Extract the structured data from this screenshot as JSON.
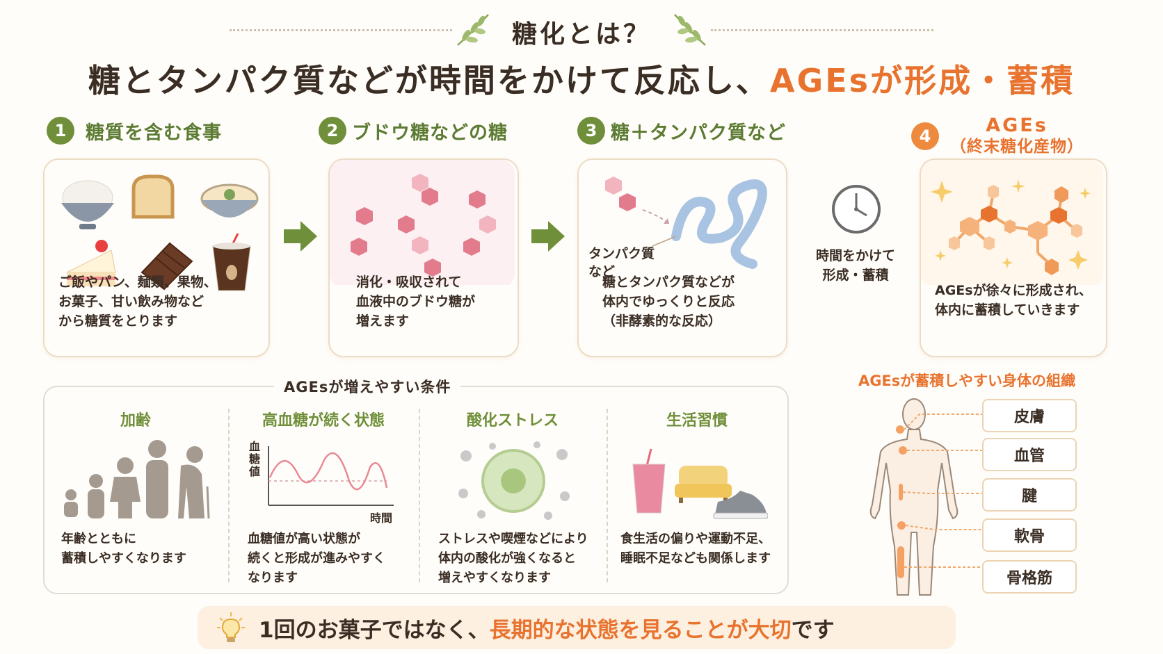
{
  "header": {
    "small_title": "糖化とは？",
    "main_title_prefix": "糖とタンパク質などが時間をかけて反応し、",
    "main_title_highlight": "AGEsが形成・蓄積"
  },
  "steps": [
    {
      "number": "1",
      "title": "糖質を含む食事",
      "text": [
        "ご飯やパン、麺類、果物、",
        "お菓子、甘い飲み物など",
        "から糖質をとります"
      ]
    },
    {
      "number": "2",
      "title": "ブドウ糖などの糖",
      "text": [
        "消化・吸収されて",
        "血液中のブドウ糖が",
        "増えます"
      ]
    },
    {
      "number": "3",
      "title": "糖＋タンパク質など",
      "label": [
        "タンパク質",
        "など"
      ],
      "text": [
        "糖とタンパク質などが",
        "体内でゆっくりと反応",
        "（非酵素的な反応）"
      ]
    },
    {
      "number": "4",
      "title_line1": "AGEs",
      "title_line2": "（終末糖化産物）",
      "text": [
        "AGEsが徐々に形成され、",
        "体内に蓄積していきます"
      ]
    }
  ],
  "clock_caption": [
    "時間をかけて",
    "形成・蓄積"
  ],
  "conditions": {
    "title": "AGEsが増えやすい条件",
    "columns": [
      {
        "head": "加齢",
        "text": [
          "年齢とともに",
          "蓄積しやすくなります"
        ]
      },
      {
        "head": "高血糖が続く状態",
        "ylabel": "血糖値",
        "xlabel": "時間",
        "text": [
          "血糖値が高い状態が",
          "続くと形成が進みやすく",
          "なります"
        ]
      },
      {
        "head": "酸化ストレス",
        "text": [
          "ストレスや喫煙などにより",
          "体内の酸化が強くなると",
          "増えやすくなります"
        ]
      },
      {
        "head": "生活習慣",
        "text": [
          "食生活の偏りや運動不足、",
          "睡眠不足なども関係します"
        ]
      }
    ]
  },
  "body_tissues": {
    "title": "AGEsが蓄積しやすい身体の組織",
    "items": [
      "皮膚",
      "血管",
      "腱",
      "軟骨",
      "骨格筋"
    ]
  },
  "tip": {
    "prefix": "1回のお菓子ではなく、",
    "highlight": "長期的な状態を見ることが大切",
    "suffix": "です"
  },
  "colors": {
    "accent_orange": "#e8732f",
    "accent_green": "#6f8f3a",
    "sugar_pink": "#e17b8c",
    "protein_blue": "#a9c3e3"
  }
}
